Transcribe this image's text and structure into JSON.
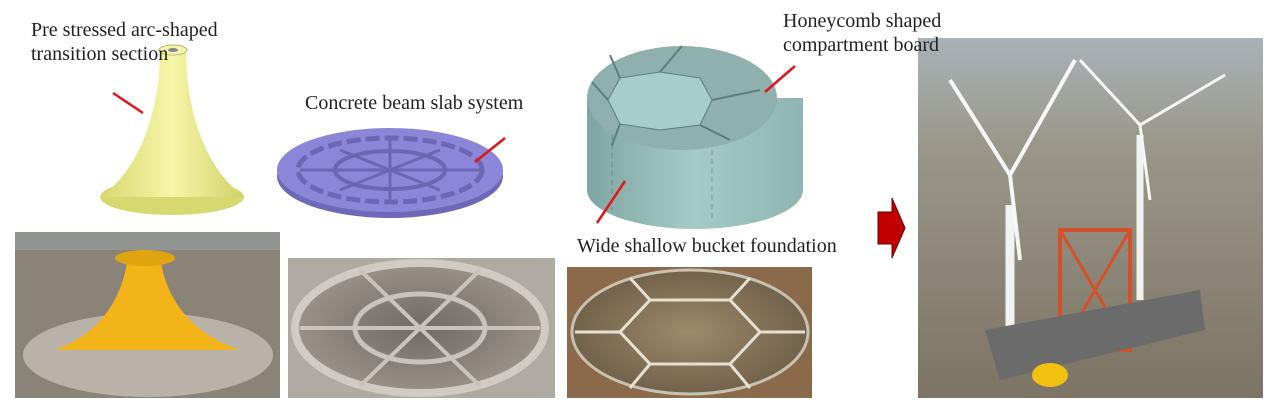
{
  "labels": {
    "transition_line1": "Pre stressed arc-shaped",
    "transition_line2": "transition section",
    "beam_slab": "Concrete beam slab system",
    "honeycomb_line1": "Honeycomb shaped",
    "honeycomb_line2": "compartment board",
    "bucket": "Wide shallow bucket foundation"
  },
  "colors": {
    "leader_line": "#e0161b",
    "arrow": "#c00000",
    "cone": "#ecec8c",
    "slab": "#8c86d8",
    "bucket": "#9fc4c0"
  }
}
